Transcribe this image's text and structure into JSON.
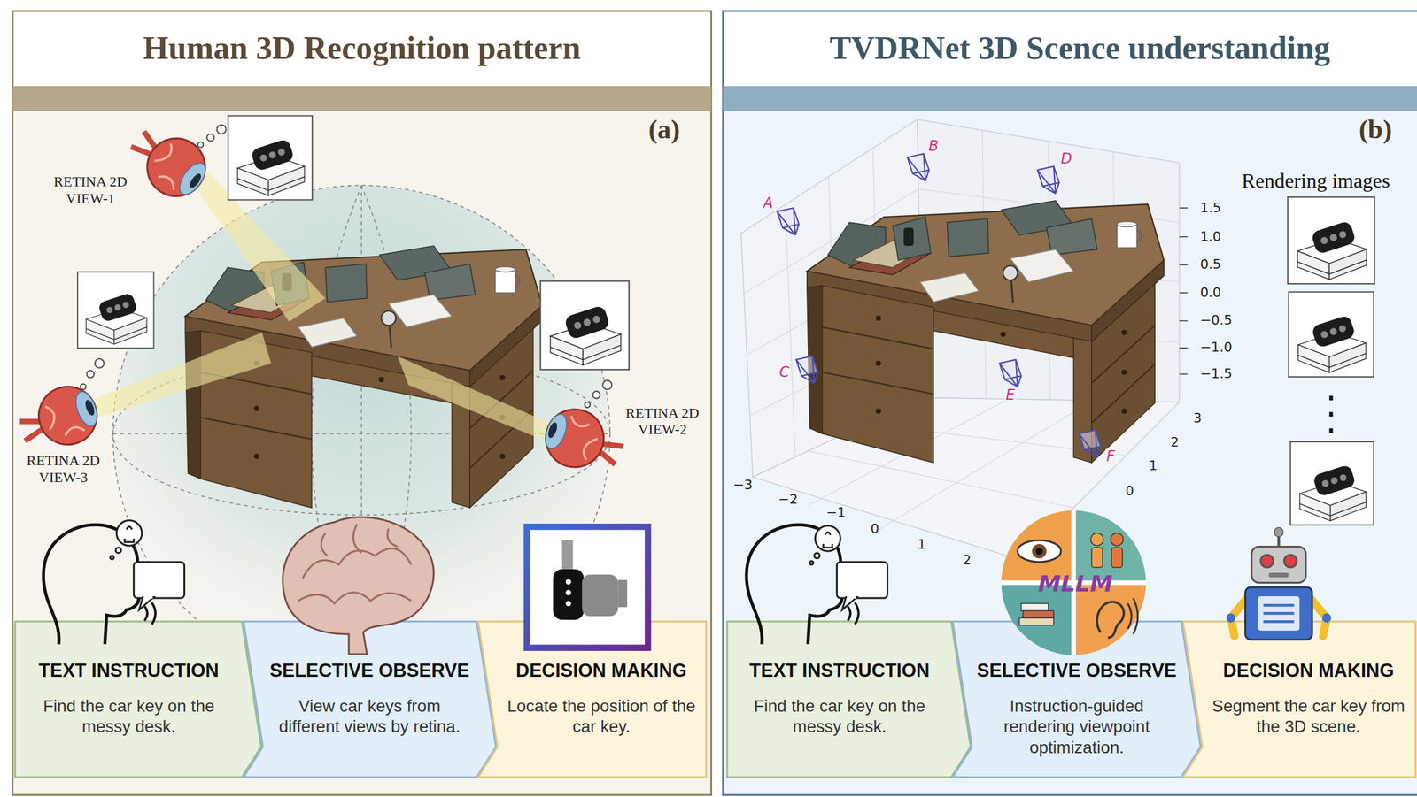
{
  "diagram": {
    "nodes": [
      {
        "text": [
          "Human 3D Recognition pattern"
        ]
      },
      {
        "text": [
          "TEXT INSTRUCTION",
          "Find the car key on the messy desk."
        ],
        "in": 0
      },
      {
        "text": [
          "SELECTIVE OBSERVE",
          "View car keys from different views by retina."
        ],
        "in": 0
      },
      {
        "text": [
          "DECISION MAKING",
          "Locate the position of the car key."
        ],
        "in": 0
      },
      {
        "text": [
          "TVDRNet 3D Scence understanding"
        ]
      },
      {
        "text": [
          "TEXT INSTRUCTION",
          "Find the car key on the messy desk."
        ],
        "in": 4
      },
      {
        "text": [
          "SELECTIVE OBSERVE",
          "Instruction-guided rendering viewpoint optimization."
        ],
        "in": 4
      },
      {
        "text": [
          "DECISION MAKING",
          "Segment the car key from the 3D scene."
        ],
        "in": 4
      }
    ],
    "labels": [
      "(a)",
      "RETINA 2D VIEW-1",
      "RETINA 2D VIEW-2",
      "RETINA 2D VIEW-3",
      "(b)",
      "Rendering images",
      "A",
      "B",
      "C",
      "D",
      "E",
      "F",
      "1.5",
      "1.0",
      "0.5",
      "0.0",
      "−0.5",
      "−1.0",
      "−1.5",
      "3",
      "2",
      "1",
      "0",
      "−3",
      "−2",
      "−1",
      "0",
      "1",
      "2",
      "MLLM"
    ]
  }
}
